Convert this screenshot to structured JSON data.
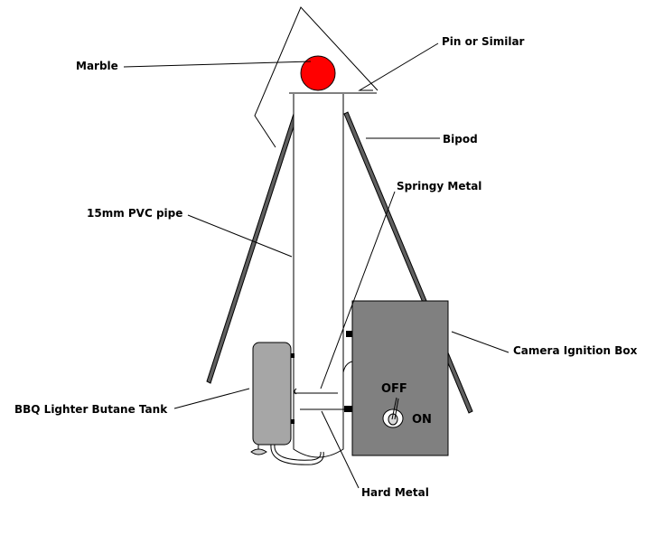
{
  "labels": {
    "marble": "Marble",
    "pin": "Pin or Similar",
    "bipod": "Bipod",
    "springy_metal": "Springy Metal",
    "pvc_pipe": "15mm PVC pipe",
    "camera_box": "Camera Ignition Box",
    "butane_tank": "BBQ Lighter Butane Tank",
    "hard_metal": "Hard Metal"
  },
  "switch": {
    "off_label": "OFF",
    "on_label": "ON"
  },
  "colors": {
    "marble": "#ff0000",
    "box_fill": "#808080",
    "tank_fill": "#a6a6a6",
    "bipod_leg": "#606060",
    "line": "#000000"
  }
}
